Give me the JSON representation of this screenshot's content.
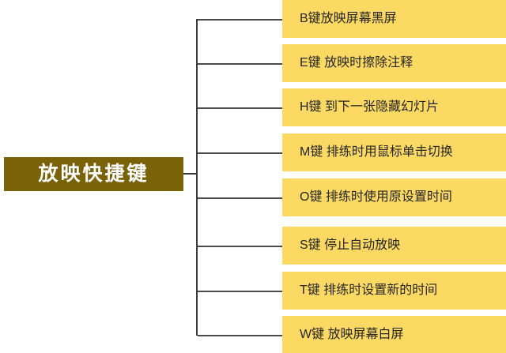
{
  "diagram": {
    "title": "放映快捷键",
    "root": {
      "label": "放映快捷键",
      "fill_color": "#7A6208",
      "text_color": "#FFFFFF"
    },
    "style": {
      "background_color": "#FFFFFF",
      "leaf_fill_color": "#FBD963",
      "leaf_text_color": "#262626",
      "connector_color": "#3A3A3A"
    },
    "branches": [
      {
        "label": "B键放映屏幕黑屏"
      },
      {
        "label": "E键 放映时擦除注释"
      },
      {
        "label": "H键 到下一张隐藏幻灯片"
      },
      {
        "label": "M键 排练时用鼠标单击切换"
      },
      {
        "label": "O键 排练时使用原设置时间"
      },
      {
        "label": "S键 停止自动放映"
      },
      {
        "label": "T键 排练时设置新的时间"
      },
      {
        "label": "W键 放映屏幕白屏"
      }
    ]
  }
}
